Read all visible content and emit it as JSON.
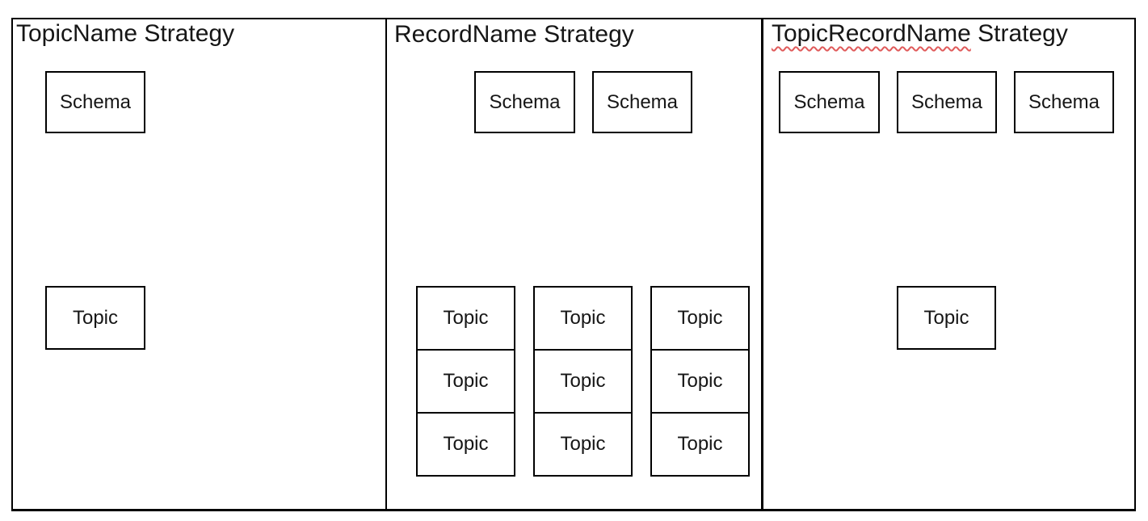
{
  "colors": {
    "border": "#000000",
    "background": "#ffffff",
    "text": "#161616",
    "spellcheck_underline": "#e05a5a"
  },
  "panels": [
    {
      "title": "TopicName Strategy",
      "schemas": [
        "Schema"
      ],
      "topics": [
        "Topic"
      ]
    },
    {
      "title": "RecordName Strategy",
      "schemas": [
        "Schema",
        "Schema"
      ],
      "topic_columns": [
        [
          "Topic",
          "Topic",
          "Topic"
        ],
        [
          "Topic",
          "Topic",
          "Topic"
        ],
        [
          "Topic",
          "Topic",
          "Topic"
        ]
      ]
    },
    {
      "title": "TopicRecordName Strategy",
      "title_spellchecked_word": "TopicRecordName",
      "title_suffix": " Strategy",
      "schemas": [
        "Schema",
        "Schema",
        "Schema"
      ],
      "topics": [
        "Topic"
      ]
    }
  ]
}
